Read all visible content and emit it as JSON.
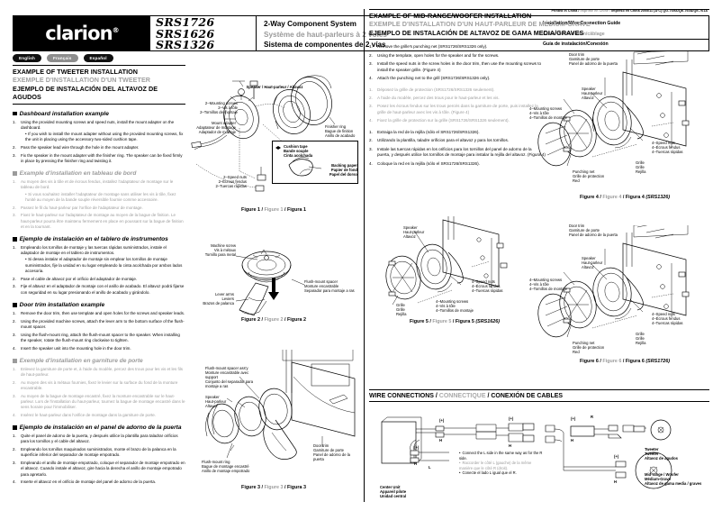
{
  "header": {
    "print_line_en": "Printed in China /",
    "print_line_fr": "Imprimé en Chine /",
    "print_line_es": "Impreso en China 2005/11 (A·C) QG-7S9A/QE-760A/QE-761A",
    "logo": "clarion",
    "models": [
      "SRS1726",
      "SRS1626",
      "SRS1326"
    ],
    "titles_en": "2-Way Component System",
    "titles_fr": "Système de haut-parleurs à 2 voies",
    "titles_es": "Sistema de componentes de 2 vías",
    "guide_en": "Installation/Wire Connection Guide",
    "guide_fr": "Guide d'installation/câblage",
    "guide_es": "Guía de instalación/Conexión",
    "lang_tabs": [
      "English",
      "Français",
      "Español"
    ]
  },
  "tweeter_section": {
    "title_en": "EXAMPLE OF TWEETER INSTALLATION",
    "title_fr": "EXEMPLE D'INSTALLATION D'UN TWEETER",
    "title_es": "EJEMPLO DE INSTALACIÓN DEL ALTAVOZ DE AGUDOS",
    "dash_en": {
      "heading": "Dashboard installation example",
      "steps": [
        "Using the provided mounting screws and speed nuts, install the mount adapter on the dashboard.",
        "Pass the speaker lead wire through the hole in the mount adapter.",
        "Fix the speaker in the mount adapter with the finisher ring. The speaker can be fixed firmly in place by pressing the finisher ring and twisting it."
      ],
      "note": "If you wish to install the mount adapter without using the provided mounting screws, fix the unit in placing using the accessory two-sided cushion tape."
    },
    "dash_fr": {
      "heading": "Example d'installation en tableau de bord",
      "steps": [
        "Au moyen des vis à tôle et de écrous fendus, installez l'adaptateur de montage sur le tableau de bord.",
        "Passez le fil du haut-parleur par l'orifice de l'adaptateur de montage.",
        "Fixez le haut-parleur sur l'adaptateur de montage au moyen de la bague de finition. Le haut-parleur pourra être maintenu fermement en place en poussant sur la bague de finition et en la tournant."
      ],
      "note": "Si vous souhaitez installer l'adaptateur de montage sans utiliser les vis à tôle, fixez l'unité au moyen de la bande souple réversible fournie comme accessoire."
    },
    "dash_es": {
      "heading": "Ejemplo de instalación en el tablero de instrumentos",
      "steps": [
        "Empleando los tornillos de montaje y las tuercas rápidas suministrados, instale el adaptador de montaje en el tablero de instrumentos.",
        "Pase el cable de altavoz por el orificio del adaptador de montaje.",
        "Fije el altavoz en el adaptador de montaje con el anillo de acabado. El altavoz podrá fijarse con seguridad en su lugar presionando el anillo de acabado y girándolo."
      ],
      "note": "Si desea instalar el adaptador de montaje sin emplear los tornillos de montaje suministrados, fije la unidad en su lugar empleando la cinta acolchada por ambos lados accesoria."
    },
    "door_en": {
      "heading": "Door trim installation example",
      "steps": [
        "Remove the door trim, then use template and open holes for the screws and speaker leads.",
        "Using the provided machine screws, attach the lever arm to the bottom surface of the flush-mount spacer.",
        "Using the flush-mount ring, attach the flush-mount spacer to the speaker. When installing the speaker, rotate the flush-mount ring clockwise to tighten.",
        "Insert the speaker unit into the mounting hole in the door trim."
      ]
    },
    "door_fr": {
      "heading": "Exemple d'installation en garniture de porte",
      "steps": [
        "Enlevez la garniture de porte et, à l'aide du modèle, percez des trous pour les vis et les fils de haut-parleur.",
        "Au moyen des vis à métaux fournies, fixez le levier sur la surface du fond de la monture encastrable.",
        "Au moyen de la bague de montage encastré, fixez la monture encastrable sur le haut-parleur. Lors de l'installation du haut-parleur, tournez la bague de montage encastré dans le sens horaire pour l'immobiliser.",
        "Insérez le haut-parleur dans l'orifice de montage dans la garniture de porte."
      ]
    },
    "door_es": {
      "heading": "Ejemplo de instalación en el panel de adorno de la puerta",
      "steps": [
        "Quite el panel de adorno de la puerta, y después utilice la plantilla para taladrar orificios para los tornillos y el cable del altavoz.",
        "Empleando los tornillos maquinados suministrados, monte el brazo de la palanca en la superficie inferior del separador de montaje empotrado.",
        "Empleando el anillo de montaje empotrado, coloque el separador de montaje empotrado en el altavoz. Cuando instale el altavoz, gire hacia la derecha el anillo de montaje empotrado para apretarlo.",
        "Inserte el altavoz en el orificio de montaje del panel de adorno de la puerta."
      ]
    }
  },
  "figure1": {
    "caption_en": "Figure 1",
    "caption_fr": "Figure 1",
    "caption_es": "Figura 1",
    "labels": {
      "speaker_en": "Speaker",
      "speaker_fr": "Haut-parleur",
      "speaker_es": "Altavoz",
      "mounting_screws_en": "2–Mounting screws",
      "mounting_screws_fr": "2–Vis à tôle",
      "mounting_screws_es": "2–Tornillos de montaje",
      "mount_adapter_en": "Mount adapter",
      "mount_adapter_fr": "Adaptateur de montage",
      "mount_adapter_es": "Adaptador de montaje",
      "speed_nuts_en": "2–Speed nuts",
      "speed_nuts_fr": "2–Écrous fendus",
      "speed_nuts_es": "2–Tuercas rápidas",
      "finisher_ring_en": "Finisher ring",
      "finisher_ring_fr": "Bague de finition",
      "finisher_ring_es": "Anillo de acabado",
      "cushion_tape_en": "Cushion tape",
      "cushion_tape_fr": "Bande souple",
      "cushion_tape_es": "Cinta acolchada",
      "backing_paper_en": "Backing paper",
      "backing_paper_fr": "Papier de fond",
      "backing_paper_es": "Papel del dorso"
    }
  },
  "figure2": {
    "caption_en": "Figure 2",
    "caption_fr": "Figure 2",
    "caption_es": "Figura 2",
    "labels": {
      "machine_screw_en": "Machine screw",
      "machine_screw_fr": "Vis à métaux",
      "machine_screw_es": "Tornillo para metal",
      "lever_arms_en": "Lever arms",
      "lever_arms_fr": "Leviers",
      "lever_arms_es": "Brazos de palanca",
      "flush_spacer_en": "Flush-mount spacer",
      "flush_spacer_fr": "Monture encastrable",
      "flush_spacer_es": "Separador para montaje a ras"
    }
  },
  "figure3": {
    "caption_en": "Figure 3",
    "caption_fr": "Figure 3",
    "caption_es": "Figura 3",
    "labels": {
      "spacer_assy_en": "Flush-mount spacer ass'y",
      "spacer_assy_fr": "Monture encastrable avec support",
      "spacer_assy_es": "Conjunto del separador para montaje a ras",
      "speaker_en": "Speaker",
      "speaker_fr": "Haut-parleur",
      "speaker_es": "Altavoz",
      "flush_ring_en": "Flush-mount ring",
      "flush_ring_fr": "Bague de montage encastré",
      "flush_ring_es": "Anillo de montaje empotrado",
      "door_trim_en": "Door trim",
      "door_trim_fr": "Garniture de porte",
      "door_trim_es": "Panel de adorno de la puerta"
    }
  },
  "midrange_section": {
    "title_en": "EXAMPLE OF MID-RANGE/WOOFER INSTALLATION",
    "title_fr": "EXEMPLE D'INSTALLATION D'UN HAUT-PARLEUR DE MÉDIUM-GRAVE",
    "title_es": "EJEMPLO DE INSTALACIÓN DE ALTAVOZ DE GAMA MEDIA/GRAVES",
    "steps_en": [
      "Remove the grille's punching net (SRS1726/SRS1326 only).",
      "Using the template, open holes for the speaker and for the screws.",
      "Install the speed nuts in the screw holes in the door trim, then use the mounting screws to install the speaker grille. (Figure 4)",
      "Attach the punching net to the grill (SRS1726/SRS1326 only)."
    ],
    "steps_fr": [
      "Déposez la grille de protection (SRS1726/SRS1326 seulement).",
      "A l'aide du modèle, percez des trous pour le haut-parleur et les vis.",
      "Posez les écrous fendus sur les trous percés dans la garniture de porte, puis installez la grille de haut-parleur avec les vis à tôle. (Figure 4)",
      "Fixez la grille de protection sur la grille (SRS1726/SRS1326 seulement)."
    ],
    "steps_es": [
      "Extraiga la red de la rejilla (sólo el SRS1726/SRS1326).",
      "Utilizando la plantilla, taladre orificios para el altavoz y para los tornillos.",
      "Instale las tuercas rápidas en los orificios para los tornillos del panel de adorno de la puerta, y después utilice los tornillos de montaje para instalar la rejilla del altavoz. (Figura 4)",
      "Coloque la red en la rejilla (sólo el SRS1726/SRS1326)."
    ]
  },
  "figure4": {
    "caption_en": "Figure 4",
    "caption_fr": "Figure 4",
    "caption_es": "Figura 4",
    "model": "(SRS1326)",
    "labels": {
      "door_trim_en": "Door trim",
      "door_trim_fr": "Garniture de porte",
      "door_trim_es": "Panel de adorno de la puerta",
      "speaker_en": "Speaker",
      "speaker_fr": "Haut-parleur",
      "speaker_es": "Altavoz",
      "mounting_screws_en": "4–Mounting screws",
      "mounting_screws_fr": "4–Vis à tôle",
      "mounting_screws_es": "4–Tornillos de montaje",
      "speed_nuts_en": "4–Speed nuts",
      "speed_nuts_fr": "4–Écrous fendus",
      "speed_nuts_es": "4–Tuercas rápidas",
      "grille_en": "Grille",
      "grille_fr": "Grille",
      "grille_es": "Rejilla",
      "punching_net_en": "Punching net",
      "punching_net_fr": "Grille de protection",
      "punching_net_es": "Red"
    }
  },
  "figure5": {
    "caption_en": "Figure 5",
    "caption_fr": "Figure 5",
    "caption_es": "Figura 5",
    "model": "(SRS1626)",
    "labels": {
      "speaker_en": "Speaker",
      "speaker_fr": "Haut-parleur",
      "speaker_es": "Altavoz",
      "mounting_screws_en": "4–Mounting screws",
      "mounting_screws_fr": "4–Vis à tôle",
      "mounting_screws_es": "4–Tornillos de montaje",
      "speed_nuts_en": "4–Speed nuts",
      "speed_nuts_fr": "4–Écrous fendus",
      "speed_nuts_es": "4–Tuercas rápidas",
      "grille_en": "Grille",
      "grille_fr": "Grille",
      "grille_es": "Rejilla"
    }
  },
  "figure6": {
    "caption_en": "Figure 6",
    "caption_fr": "Figure 6",
    "caption_es": "Figura 6",
    "model": "(SRS1726)",
    "labels": {
      "door_trim_en": "Door trim",
      "door_trim_fr": "Garniture de porte",
      "door_trim_es": "Panel de adorno de la puerta",
      "speaker_en": "Speaker",
      "speaker_fr": "Haut-parleur",
      "speaker_es": "Altavoz",
      "mounting_screws_en": "4–Mounting screws",
      "mounting_screws_fr": "4–Vis à tôle",
      "mounting_screws_es": "4–Tornillos de montaje",
      "speed_nuts_en": "4–Speed nuts",
      "speed_nuts_fr": "4–Écrous fendus",
      "speed_nuts_es": "4–Tuercas rápidas",
      "grille_en": "Grille",
      "grille_fr": "Grille",
      "grille_es": "Rejilla",
      "punching_net_en": "Punching net",
      "punching_net_fr": "Grille de protection",
      "punching_net_es": "Red"
    }
  },
  "wire_section": {
    "title_en": "WIRE CONNECTIONS",
    "title_fr": "CONNECTIQUE",
    "title_es": "CONEXIÓN DE CABLES",
    "center_unit_en": "Center Unit",
    "center_unit_fr": "Appareil pilote",
    "center_unit_es": "Unidad central",
    "tweeter_en": "Tweeter",
    "tweeter_fr": "Tweeter",
    "tweeter_es": "Altavoz de agudos",
    "midrange_en": "Mid-range / Woofer",
    "midrange_fr": "Médium-Grave",
    "midrange_es": "Altavoz de gama media / graves",
    "note_en": "Connect the L side in the same way as for the R side.",
    "note_fr": "Raccorder le côté L (gauche) de la même manière que le côté R (droit).",
    "note_es": "Conecte el lado L igual que el R.",
    "marks": {
      "plus": "(+)",
      "minus": "H",
      "r": "R",
      "l": "L"
    }
  }
}
